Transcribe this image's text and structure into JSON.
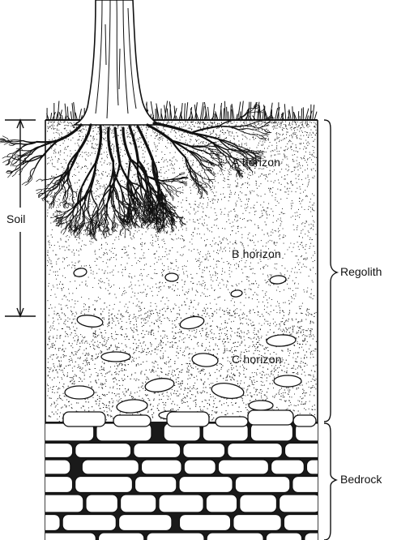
{
  "labels": {
    "a_horizon": "A horizon",
    "b_horizon": "B horizon",
    "c_horizon": "C horizon",
    "soil": "Soil",
    "regolith": "Regolith",
    "bedrock": "Bedrock"
  },
  "colors": {
    "ink": "#111111",
    "paper": "#ffffff"
  }
}
